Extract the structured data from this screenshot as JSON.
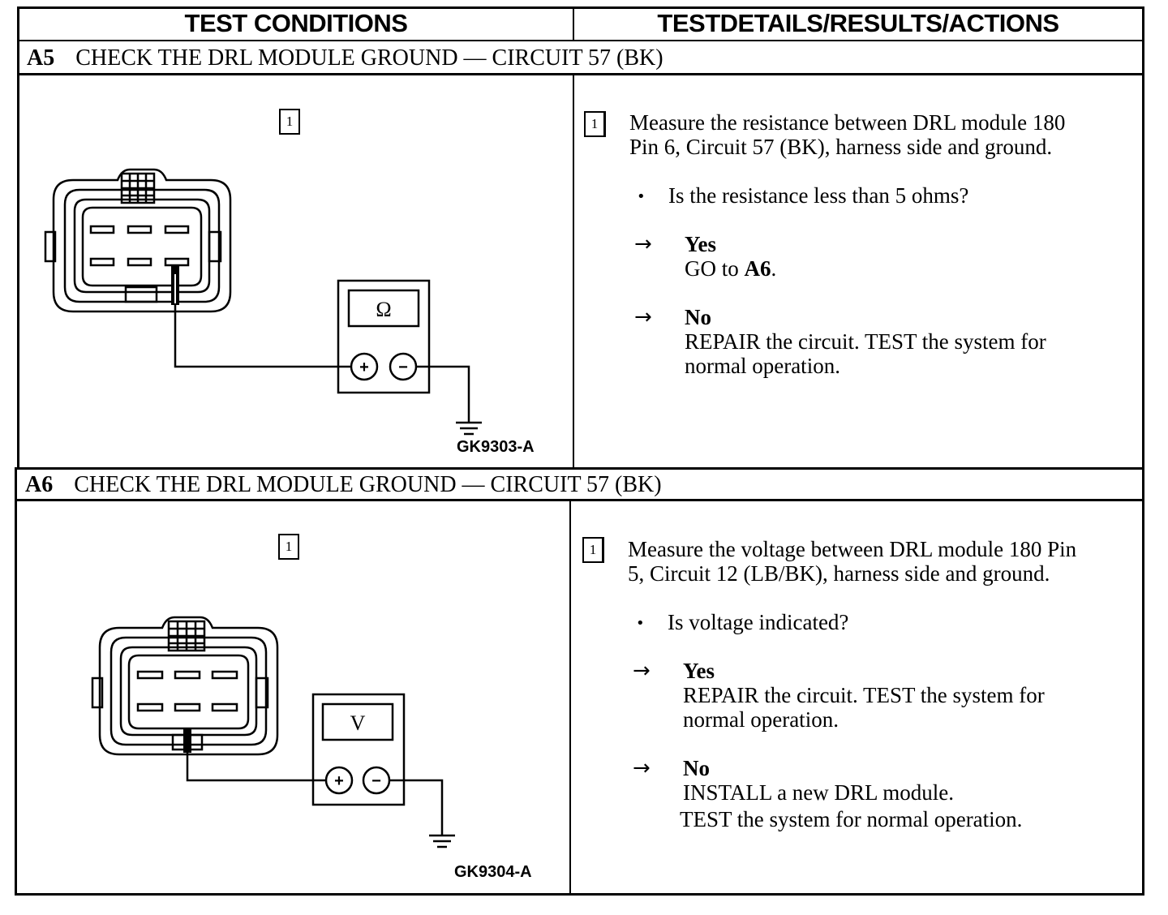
{
  "table": {
    "col_left_header": "TEST CONDITIONS",
    "col_right_header": "TESTDETAILS/RESULTS/ACTIONS"
  },
  "steps": [
    {
      "id": "A5",
      "title": "CHECK THE DRL MODULE GROUND — CIRCUIT 57 (BK)",
      "substep": "1",
      "meter_symbol": "Ω",
      "plus": "+",
      "minus": "−",
      "figure_code": "GK9303-A",
      "instruction_line1": "Measure the resistance between DRL module 180",
      "instruction_line2": "Pin 6, Circuit 57 (BK), harness side and ground.",
      "question": "Is the resistance less than 5 ohms?",
      "yes_label": "Yes",
      "yes_action_prefix": "GO to ",
      "yes_action_target": "A6",
      "yes_action_suffix": ".",
      "no_label": "No",
      "no_action_line1": "REPAIR the circuit. TEST the system for",
      "no_action_line2": "normal operation."
    },
    {
      "id": "A6",
      "title": "CHECK THE DRL MODULE GROUND — CIRCUIT 57 (BK)",
      "substep": "1",
      "meter_symbol": "V",
      "plus": "+",
      "minus": "−",
      "figure_code": "GK9304-A",
      "instruction_line1": "Measure the voltage between DRL module 180 Pin",
      "instruction_line2": "5, Circuit 12 (LB/BK), harness side and ground.",
      "question": "Is voltage indicated?",
      "yes_label": "Yes",
      "yes_action_line1": "REPAIR the circuit. TEST the system for",
      "yes_action_line2": "normal operation.",
      "no_label": "No",
      "no_action_line1": "INSTALL a new DRL module.",
      "no_action_line2": "TEST the system for normal operation."
    }
  ],
  "symbols": {
    "arrow": "→",
    "bullet": "•"
  }
}
